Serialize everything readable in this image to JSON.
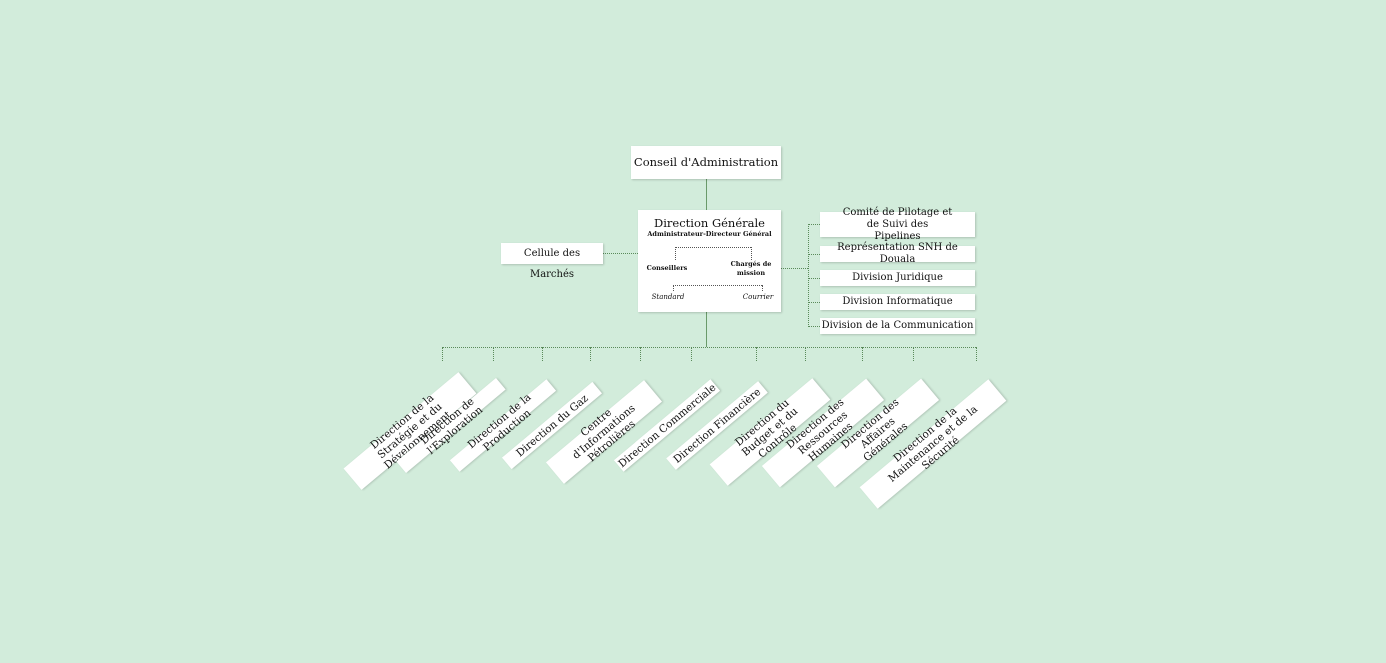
{
  "conseil": "Conseil d'Administration",
  "dg": {
    "title": "Direction Générale",
    "subtitle": "Administrateur-Directeur Général",
    "conseillers": "Conseillers",
    "charges": "Chargés de mission",
    "standard": "Standard",
    "courrier": "Courrier"
  },
  "cellule": "Cellule des Marchés",
  "divisions": [
    "Comité de Pilotage et de Suivi des Pipelines",
    "Représentation SNH de Douala",
    "Division Juridique",
    "Division Informatique",
    "Division de la Communication"
  ],
  "directions": [
    "Direction de la Stratégie et du Développement",
    "Direction de l'Exploration",
    "Direction de la Production",
    "Direction du Gaz",
    "Centre d'Informations Pétrolières",
    "Direction Commerciale",
    "Direction Financière",
    "Direction du Budget et du Contrôle",
    "Direction des Ressources Humaines",
    "Direction des Affaires Générales",
    "Direction de la Maintenance et de la Sécurité"
  ]
}
